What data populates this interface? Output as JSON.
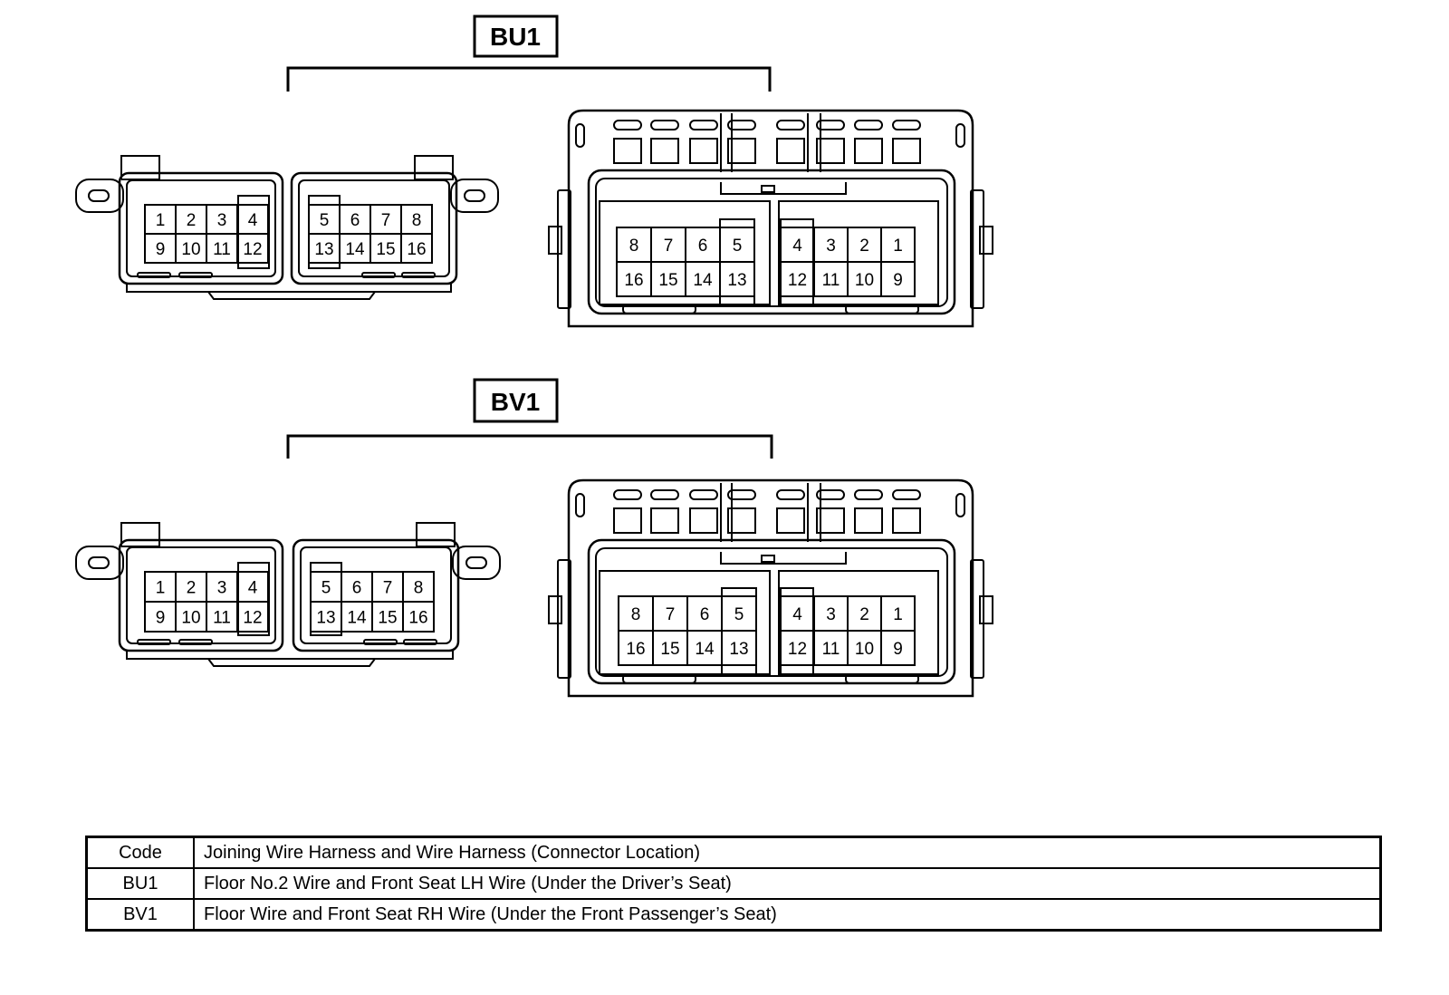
{
  "connectors": [
    {
      "code": "BU1",
      "left_connector": {
        "half_a": {
          "row1": [
            "1",
            "2",
            "3",
            "4"
          ],
          "row2": [
            "9",
            "10",
            "11",
            "12"
          ]
        },
        "half_b": {
          "row1": [
            "5",
            "6",
            "7",
            "8"
          ],
          "row2": [
            "13",
            "14",
            "15",
            "16"
          ]
        }
      },
      "right_connector": {
        "half_a": {
          "row1": [
            "8",
            "7",
            "6",
            "5"
          ],
          "row2": [
            "16",
            "15",
            "14",
            "13"
          ]
        },
        "half_b": {
          "row1": [
            "4",
            "3",
            "2",
            "1"
          ],
          "row2": [
            "12",
            "11",
            "10",
            "9"
          ]
        }
      }
    },
    {
      "code": "BV1",
      "left_connector": {
        "half_a": {
          "row1": [
            "1",
            "2",
            "3",
            "4"
          ],
          "row2": [
            "9",
            "10",
            "11",
            "12"
          ]
        },
        "half_b": {
          "row1": [
            "5",
            "6",
            "7",
            "8"
          ],
          "row2": [
            "13",
            "14",
            "15",
            "16"
          ]
        }
      },
      "right_connector": {
        "half_a": {
          "row1": [
            "8",
            "7",
            "6",
            "5"
          ],
          "row2": [
            "16",
            "15",
            "14",
            "13"
          ]
        },
        "half_b": {
          "row1": [
            "4",
            "3",
            "2",
            "1"
          ],
          "row2": [
            "12",
            "11",
            "10",
            "9"
          ]
        }
      }
    }
  ],
  "table": {
    "header": {
      "code": "Code",
      "description": "Joining Wire Harness and Wire Harness (Connector Location)"
    },
    "rows": [
      {
        "code": "BU1",
        "description": "Floor No.2 Wire and Front Seat LH Wire (Under the Driver’s Seat)"
      },
      {
        "code": "BV1",
        "description": "Floor Wire and Front Seat RH Wire (Under the Front Passenger’s Seat)"
      }
    ]
  }
}
